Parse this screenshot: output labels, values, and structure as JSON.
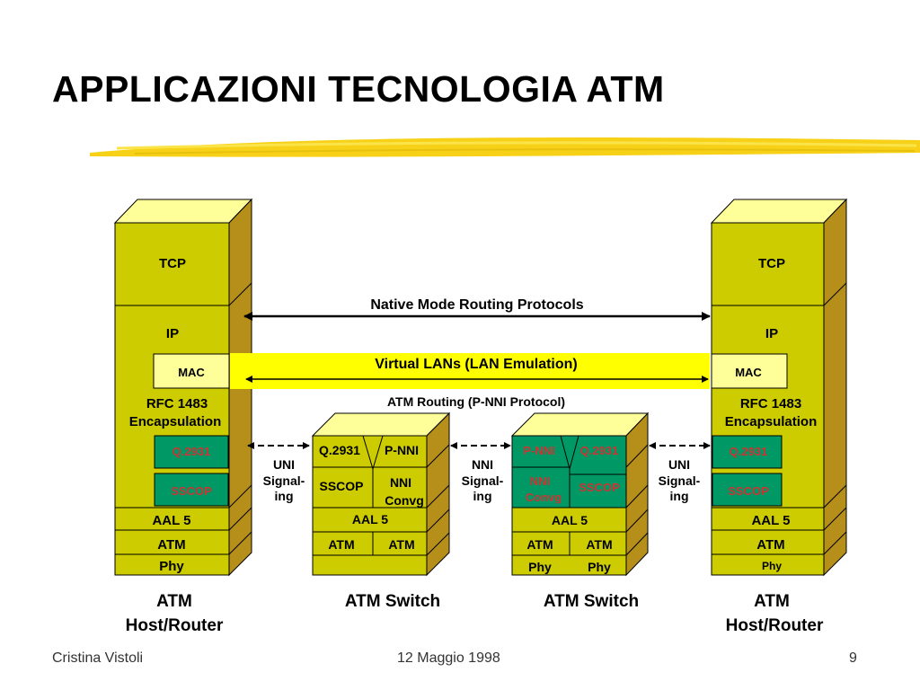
{
  "slide": {
    "title": "APPLICAZIONI TECNOLOGIA ATM",
    "footer_left": "Cristina Vistoli",
    "footer_center": "12 Maggio 1998",
    "footer_right": "9"
  },
  "colors": {
    "stack_fill": "#cccc00",
    "stack_top": "#ffff99",
    "stack_side": "#b58f1a",
    "green_box": "#009966",
    "green_text": "#cc3333",
    "lan_band": "#ffff00",
    "highlight_stroke": "#f5d300"
  },
  "stacks": {
    "host_left": {
      "tcp": "TCP",
      "ip": "IP",
      "mac": "MAC",
      "rfc_line1": "RFC 1483",
      "rfc_line2": "Encapsulation",
      "q2931": "Q.2931",
      "sscop": "SSCOP",
      "aal5": "AAL 5",
      "atm": "ATM",
      "phy": "Phy",
      "caption_line1": "ATM",
      "caption_line2": "Host/Router"
    },
    "switch_left": {
      "q2931": "Q.2931",
      "pnni": "P-NNI",
      "sscop": "SSCOP",
      "nni_line1": "NNI",
      "nni_line2": "Convg",
      "aal5": "AAL 5",
      "atm_left": "ATM",
      "atm_right": "ATM",
      "caption": "ATM Switch"
    },
    "switch_right": {
      "pnni": "P-NNI",
      "q2931": "Q.2931",
      "nni_line1": "NNI",
      "nni_line2": "Convg",
      "sscop": "SSCOP",
      "aal5": "AAL 5",
      "atm_left": "ATM",
      "atm_right": "ATM",
      "phy_left": "Phy",
      "phy_right": "Phy",
      "caption": "ATM Switch"
    },
    "host_right": {
      "tcp": "TCP",
      "ip": "IP",
      "mac": "MAC",
      "rfc_line1": "RFC 1483",
      "rfc_line2": "Encapsulation",
      "q2931": "Q.2931",
      "sscop": "SSCOP",
      "aal5": "AAL 5",
      "atm": "ATM",
      "phy": "Phy",
      "caption_line1": "ATM",
      "caption_line2": "Host/Router"
    }
  },
  "connections": {
    "native_routing": "Native Mode Routing Protocols",
    "lan_emulation": "Virtual LANs (LAN Emulation)",
    "atm_routing": "ATM Routing (P-NNI Protocol)",
    "uni_left": [
      "UNI",
      "Signal-",
      "ing"
    ],
    "nni_middle": [
      "NNI",
      "Signal-",
      "ing"
    ],
    "uni_right": [
      "UNI",
      "Signal-",
      "ing"
    ]
  }
}
